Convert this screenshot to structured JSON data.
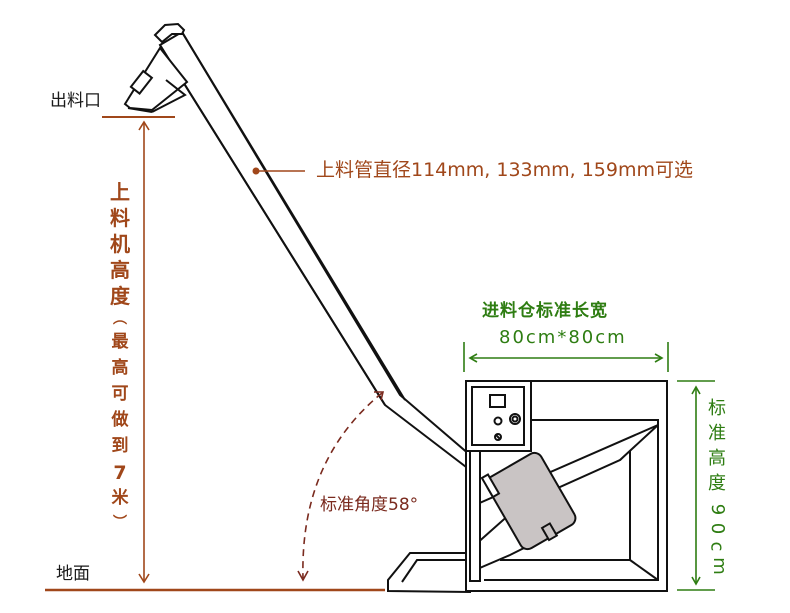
{
  "labels": {
    "outlet": "出料口",
    "ground": "地面",
    "pipe_diameter": "上料管直径114mm, 133mm, 159mm可选",
    "hopper_size_title": "进料仓标准长宽",
    "hopper_size_value": "80cm*80cm",
    "angle": "标准角度58°"
  },
  "height_label_chars": [
    "上",
    "料",
    "机",
    "高",
    "度",
    "︵",
    "最",
    "高",
    "可",
    "做",
    "到",
    "7",
    "米",
    "︶"
  ],
  "hopper_height_chars": [
    "标",
    "准",
    "高",
    "度",
    "9",
    "0",
    "c",
    "m"
  ],
  "colors": {
    "brown": "#a0471a",
    "green": "#2e7d12",
    "maroon": "#7a2a1e",
    "line": "#111111",
    "motor_fill": "#c9c4c4"
  }
}
